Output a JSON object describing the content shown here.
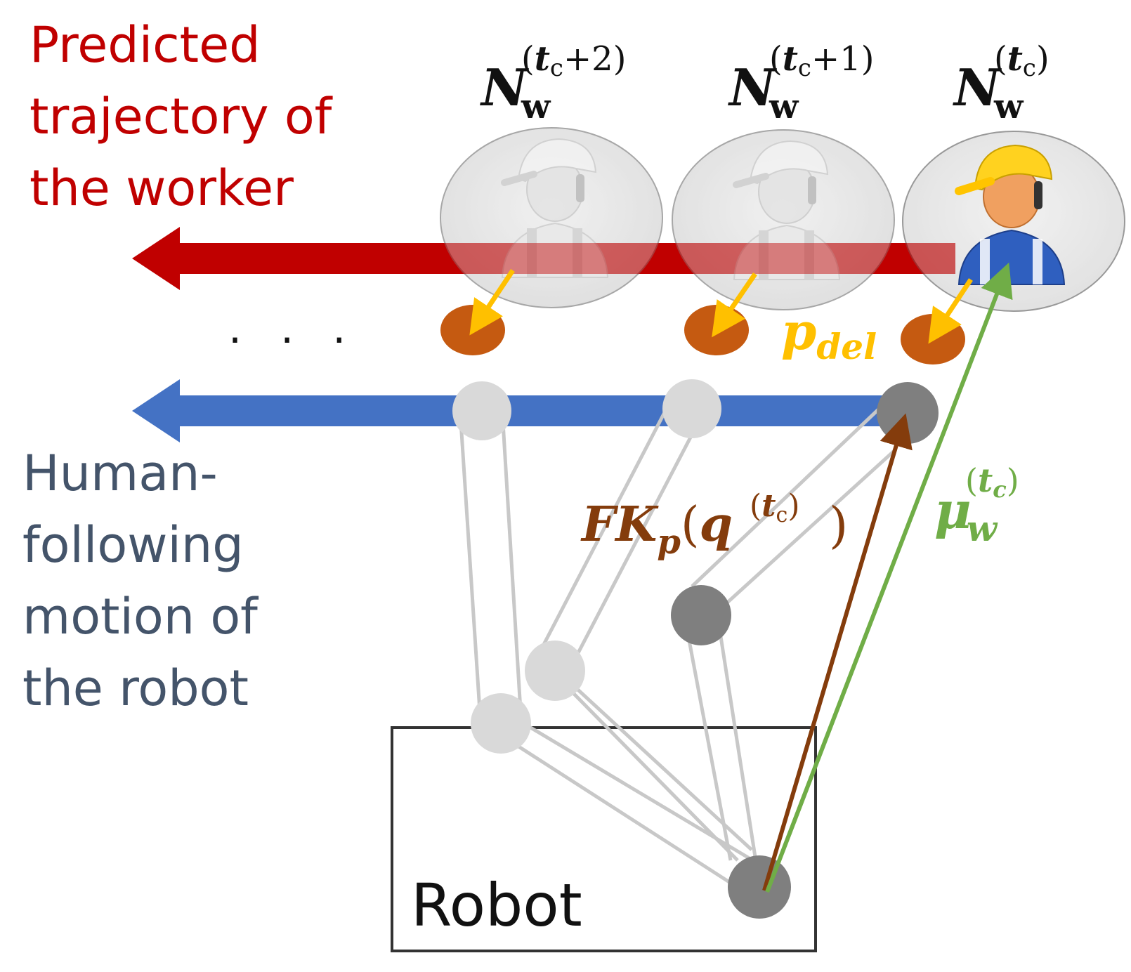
{
  "labels": {
    "predicted_line1": "Predicted",
    "predicted_line2": "trajectory of",
    "predicted_line3": "the worker",
    "human_line1": "Human-",
    "human_line2": "following",
    "human_line3": "motion of",
    "human_line4": "the robot",
    "robot": "Robot",
    "dots": ". . ."
  },
  "math": {
    "node_symbol": "N",
    "node_sub": "w",
    "t": "t",
    "c": "c",
    "plus2": "+2",
    "plus1": "+1",
    "lparen": "(",
    "rparen": ")",
    "pdel_p": "p",
    "pdel_sub": "del",
    "fk_main": "FK",
    "fk_sub": "p",
    "fk_q": "q",
    "mu": "μ",
    "mu_sub": "w"
  },
  "colors": {
    "worker_text": "#c00000",
    "robot_text": "#44546a",
    "red_arrow": "#c00000",
    "blue_arrow": "#4472c4",
    "pdel": "#ffc000",
    "fk": "#843c0c",
    "mu": "#70ad47"
  }
}
